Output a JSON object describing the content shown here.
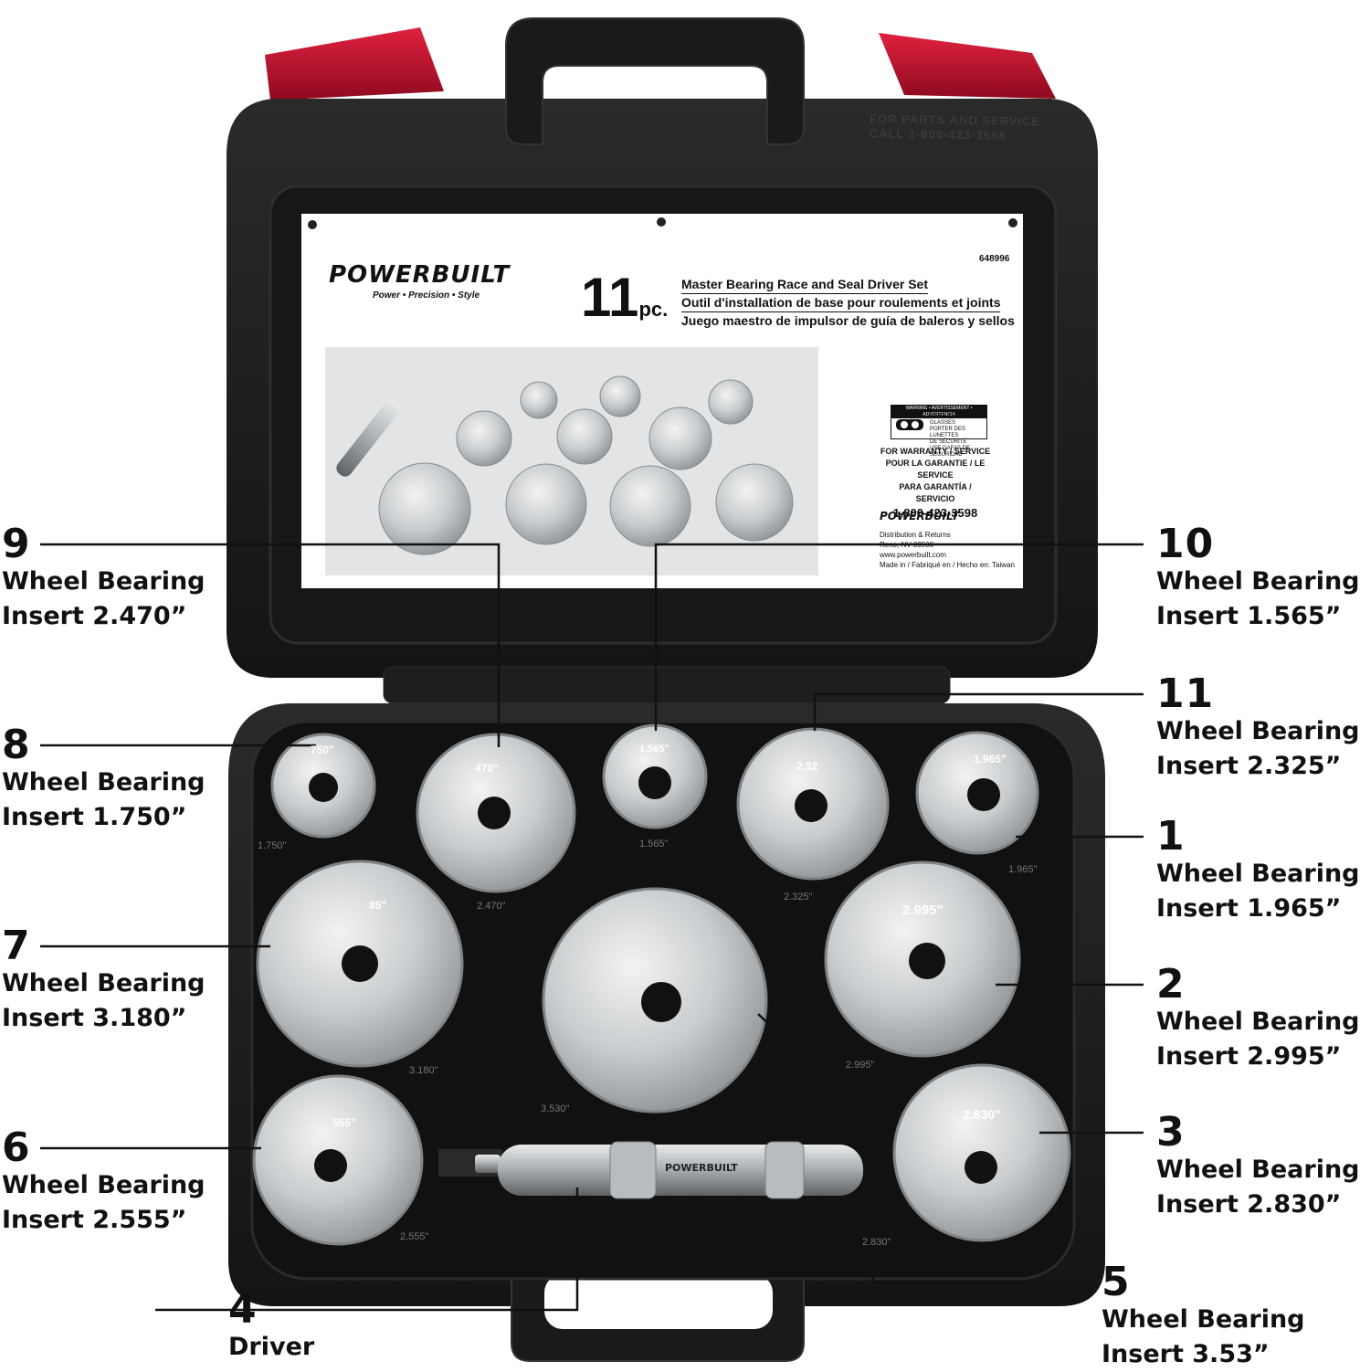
{
  "product": {
    "brand": "POWERBUILT",
    "tagline": "Power • Precision • Style",
    "piece_count": "11",
    "piece_suffix": "pc.",
    "sku": "648996",
    "title_en": "Master Bearing Race and Seal Driver Set",
    "title_fr": "Outil d'installation de base pour roulements et joints",
    "title_es": "Juego maestro de impulsor de guía de baleros y sellos"
  },
  "case_molding": {
    "line1": "FOR PARTS AND SERVICE",
    "line2": "CALL 1-800-423-3598"
  },
  "label_side": {
    "warning_head": "WARNING • AVERTISSEMENT • ADVERTENCIA",
    "warning_text": [
      "WEAR SAFETY GLASSES",
      "PORTER DES LUNETTES",
      "DE SÉCURITÉ",
      "USE GAFAS DE SEGURIDAD"
    ],
    "warranty": [
      "FOR WARRANTY / SERVICE",
      "POUR LA GARANTIE / LE SERVICE",
      "PARA GARANTÍA / SERVICIO"
    ],
    "phone": "1-800-423-3598",
    "brand": "POWERBUILT",
    "address": [
      "Distribution & Returns",
      "Reno, NV 89508",
      "www.powerbuilt.com",
      "Made in / Fabriqué en / Hecho en: Taiwan"
    ]
  },
  "insert_face_labels": {
    "i8": "750\"",
    "i9": "470\"",
    "i10": "1.565\"",
    "i11": "2.32",
    "i1": "1.965\"",
    "i7": "85\"",
    "i2": "2.995\"",
    "i6": "555\"",
    "i3": "2.830\""
  },
  "tray_labels": {
    "t8": "1.750\"",
    "t9": "2.470\"",
    "t10": "1.565\"",
    "t11": "2.325\"",
    "t1": "1.965\"",
    "t7": "3.180\"",
    "t5": "3.530\"",
    "t2": "2.995\"",
    "t6": "2.555\"",
    "t3": "2.830\""
  },
  "driver_brand": "POWERBUILT",
  "callouts": {
    "c9": {
      "num": "9",
      "line1": "Wheel Bearing",
      "line2": "Insert 2.470”"
    },
    "c8": {
      "num": "8",
      "line1": "Wheel Bearing",
      "line2": "Insert 1.750”"
    },
    "c7": {
      "num": "7",
      "line1": "Wheel Bearing",
      "line2": "Insert 3.180”"
    },
    "c6": {
      "num": "6",
      "line1": "Wheel Bearing",
      "line2": "Insert 2.555”"
    },
    "c4": {
      "num": "4",
      "line1": "Driver"
    },
    "c10": {
      "num": "10",
      "line1": "Wheel Bearing",
      "line2": "Insert 1.565”"
    },
    "c11": {
      "num": "11",
      "line1": "Wheel Bearing",
      "line2": "Insert 2.325”"
    },
    "c1": {
      "num": "1",
      "line1": "Wheel Bearing",
      "line2": "Insert 1.965”"
    },
    "c2": {
      "num": "2",
      "line1": "Wheel Bearing",
      "line2": "Insert 2.995”"
    },
    "c3": {
      "num": "3",
      "line1": "Wheel Bearing",
      "line2": "Insert 2.830”"
    },
    "c5": {
      "num": "5",
      "line1": "Wheel Bearing",
      "line2": "Insert 3.53”"
    }
  },
  "colors": {
    "case": "#1c1c1c",
    "latch": "#c8102e",
    "aluminum": "#cfd2d4",
    "label_bg": "#ffffff"
  }
}
